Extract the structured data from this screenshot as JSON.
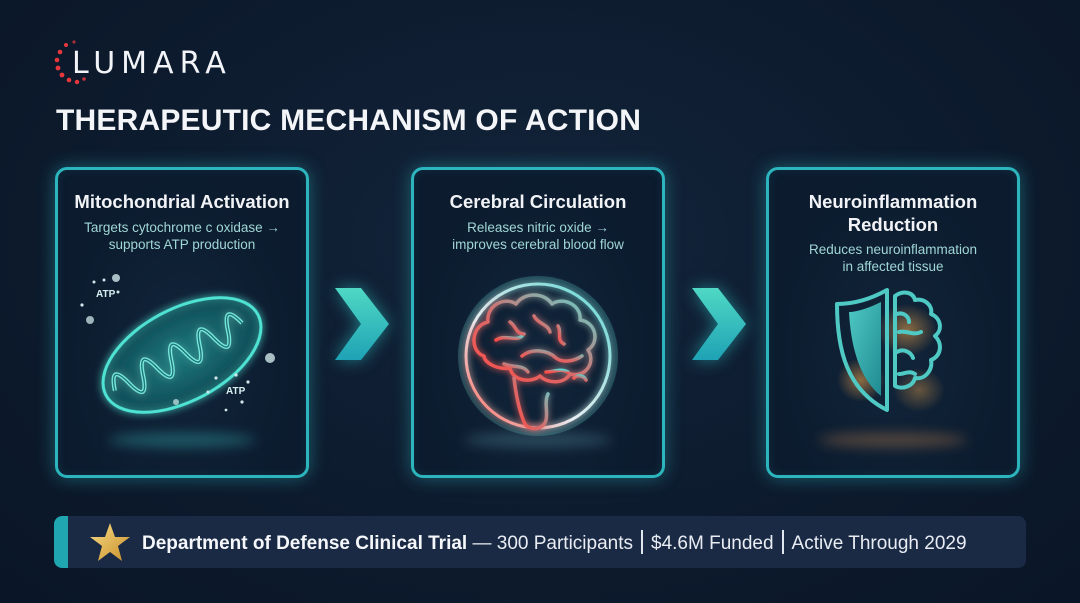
{
  "brand": {
    "name": "LUMARA",
    "accent_color": "#e8383d"
  },
  "page": {
    "title": "THERAPEUTIC MECHANISM OF ACTION"
  },
  "colors": {
    "background": "#0d1b2e",
    "card_border": "#2cb5bd",
    "desc_text": "#9fd6d6",
    "footer_bg": "#1a2a45",
    "footer_accent": "#1fa6b0",
    "star": "#e8b84a"
  },
  "steps": [
    {
      "title": "Mitochondrial Activation",
      "description_line1": "Targets cytochrome c oxidase →",
      "description_line2": "supports ATP production",
      "icon": "mitochondria-icon",
      "labels": [
        "ATP",
        "ATP"
      ]
    },
    {
      "title": "Cerebral Circulation",
      "description_line1": "Releases nitric oxide →",
      "description_line2": "improves cerebral blood flow",
      "icon": "brain-circulation-icon"
    },
    {
      "title_line1": "Neuroinflammation",
      "title_line2": "Reduction",
      "description_line1": "Reduces neuroinflammation",
      "description_line2": "in affected tissue",
      "icon": "shield-brain-icon"
    }
  ],
  "connectors": [
    "chevron-right-icon",
    "chevron-right-icon"
  ],
  "footer": {
    "icon": "star-icon",
    "title": "Department of Defense Clinical Trial",
    "dash": "—",
    "participants": "300 Participants",
    "funding": "$4.6M Funded",
    "status": "Active Through 2029"
  }
}
